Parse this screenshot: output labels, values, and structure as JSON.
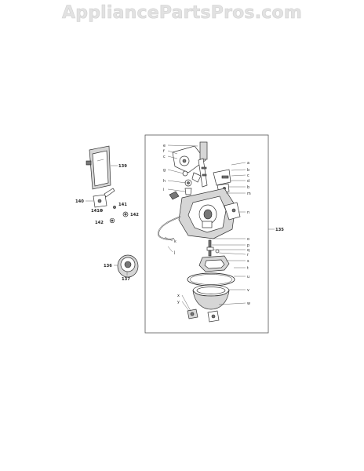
{
  "site": {
    "watermark": "AppliancePartsPros.com"
  },
  "diagram": {
    "callouts": {
      "n139": "139",
      "n140": "140",
      "n141a": "141",
      "n141b": "141",
      "n142a": "142",
      "n142b": "142",
      "n136": "136",
      "n137": "137",
      "n135": "135"
    },
    "letters": {
      "e": "e",
      "f": "f",
      "c": "c",
      "g": "g",
      "h": "h",
      "i": "i",
      "a": "a",
      "b1": "b",
      "c2": "c",
      "d": "d",
      "b2": "b",
      "m": "m",
      "n": "n",
      "k": "k",
      "j": "j",
      "o": "o",
      "p": "p",
      "q": "q",
      "r": "r",
      "s": "s",
      "t": "t",
      "u": "u",
      "v": "v",
      "x": "x",
      "y": "y",
      "w": "w"
    }
  }
}
